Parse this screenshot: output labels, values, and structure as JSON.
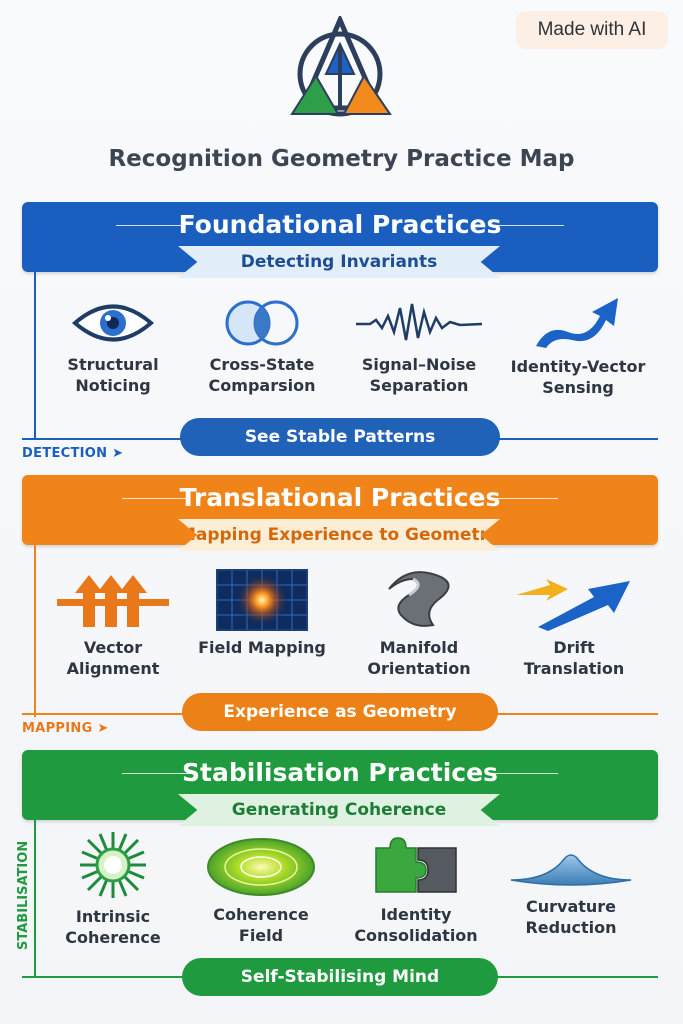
{
  "badge": "Made with AI",
  "title": "Recognition Geometry Practice Map",
  "colors": {
    "blue": "#1a5fc0",
    "orange": "#f08419",
    "green": "#1f9a3e"
  },
  "sections": [
    {
      "title": "Foundational Practices",
      "subtitle": "Detecting Invariants",
      "items": [
        {
          "label": "Structural\nNoticing",
          "icon": "eye-icon"
        },
        {
          "label": "Cross-State\nComparsion",
          "icon": "overlapping-circles-icon"
        },
        {
          "label": "Signal–Noise\nSeparation",
          "icon": "waveform-icon"
        },
        {
          "label": "Identity-Vector\nSensing",
          "icon": "rising-arrow-icon"
        }
      ],
      "outcome": "See Stable Patterns",
      "stage": "DETECTION"
    },
    {
      "title": "Translational Practices",
      "subtitle": "Mapping Experience to Geometry",
      "items": [
        {
          "label": "Vector\nAlignment",
          "icon": "parallel-arrows-icon"
        },
        {
          "label": "Field Mapping",
          "icon": "glowing-grid-icon"
        },
        {
          "label": "Manifold\nOrientation",
          "icon": "twisted-ribbon-icon"
        },
        {
          "label": "Drift\nTranslation",
          "icon": "double-arrow-icon"
        }
      ],
      "outcome": "Experience as Geometry",
      "stage": "MAPPING"
    },
    {
      "title": "Stabilisation Practices",
      "subtitle": "Generating Coherence",
      "items": [
        {
          "label": "Intrinsic\nCoherence",
          "icon": "radiant-burst-icon"
        },
        {
          "label": "Coherence\nField",
          "icon": "concentric-field-icon"
        },
        {
          "label": "Identity\nConsolidation",
          "icon": "puzzle-pieces-icon"
        },
        {
          "label": "Curvature\nReduction",
          "icon": "flattened-curve-icon"
        }
      ],
      "outcome": "Self-Stabilising Mind",
      "stage": "STABILISATION"
    }
  ]
}
